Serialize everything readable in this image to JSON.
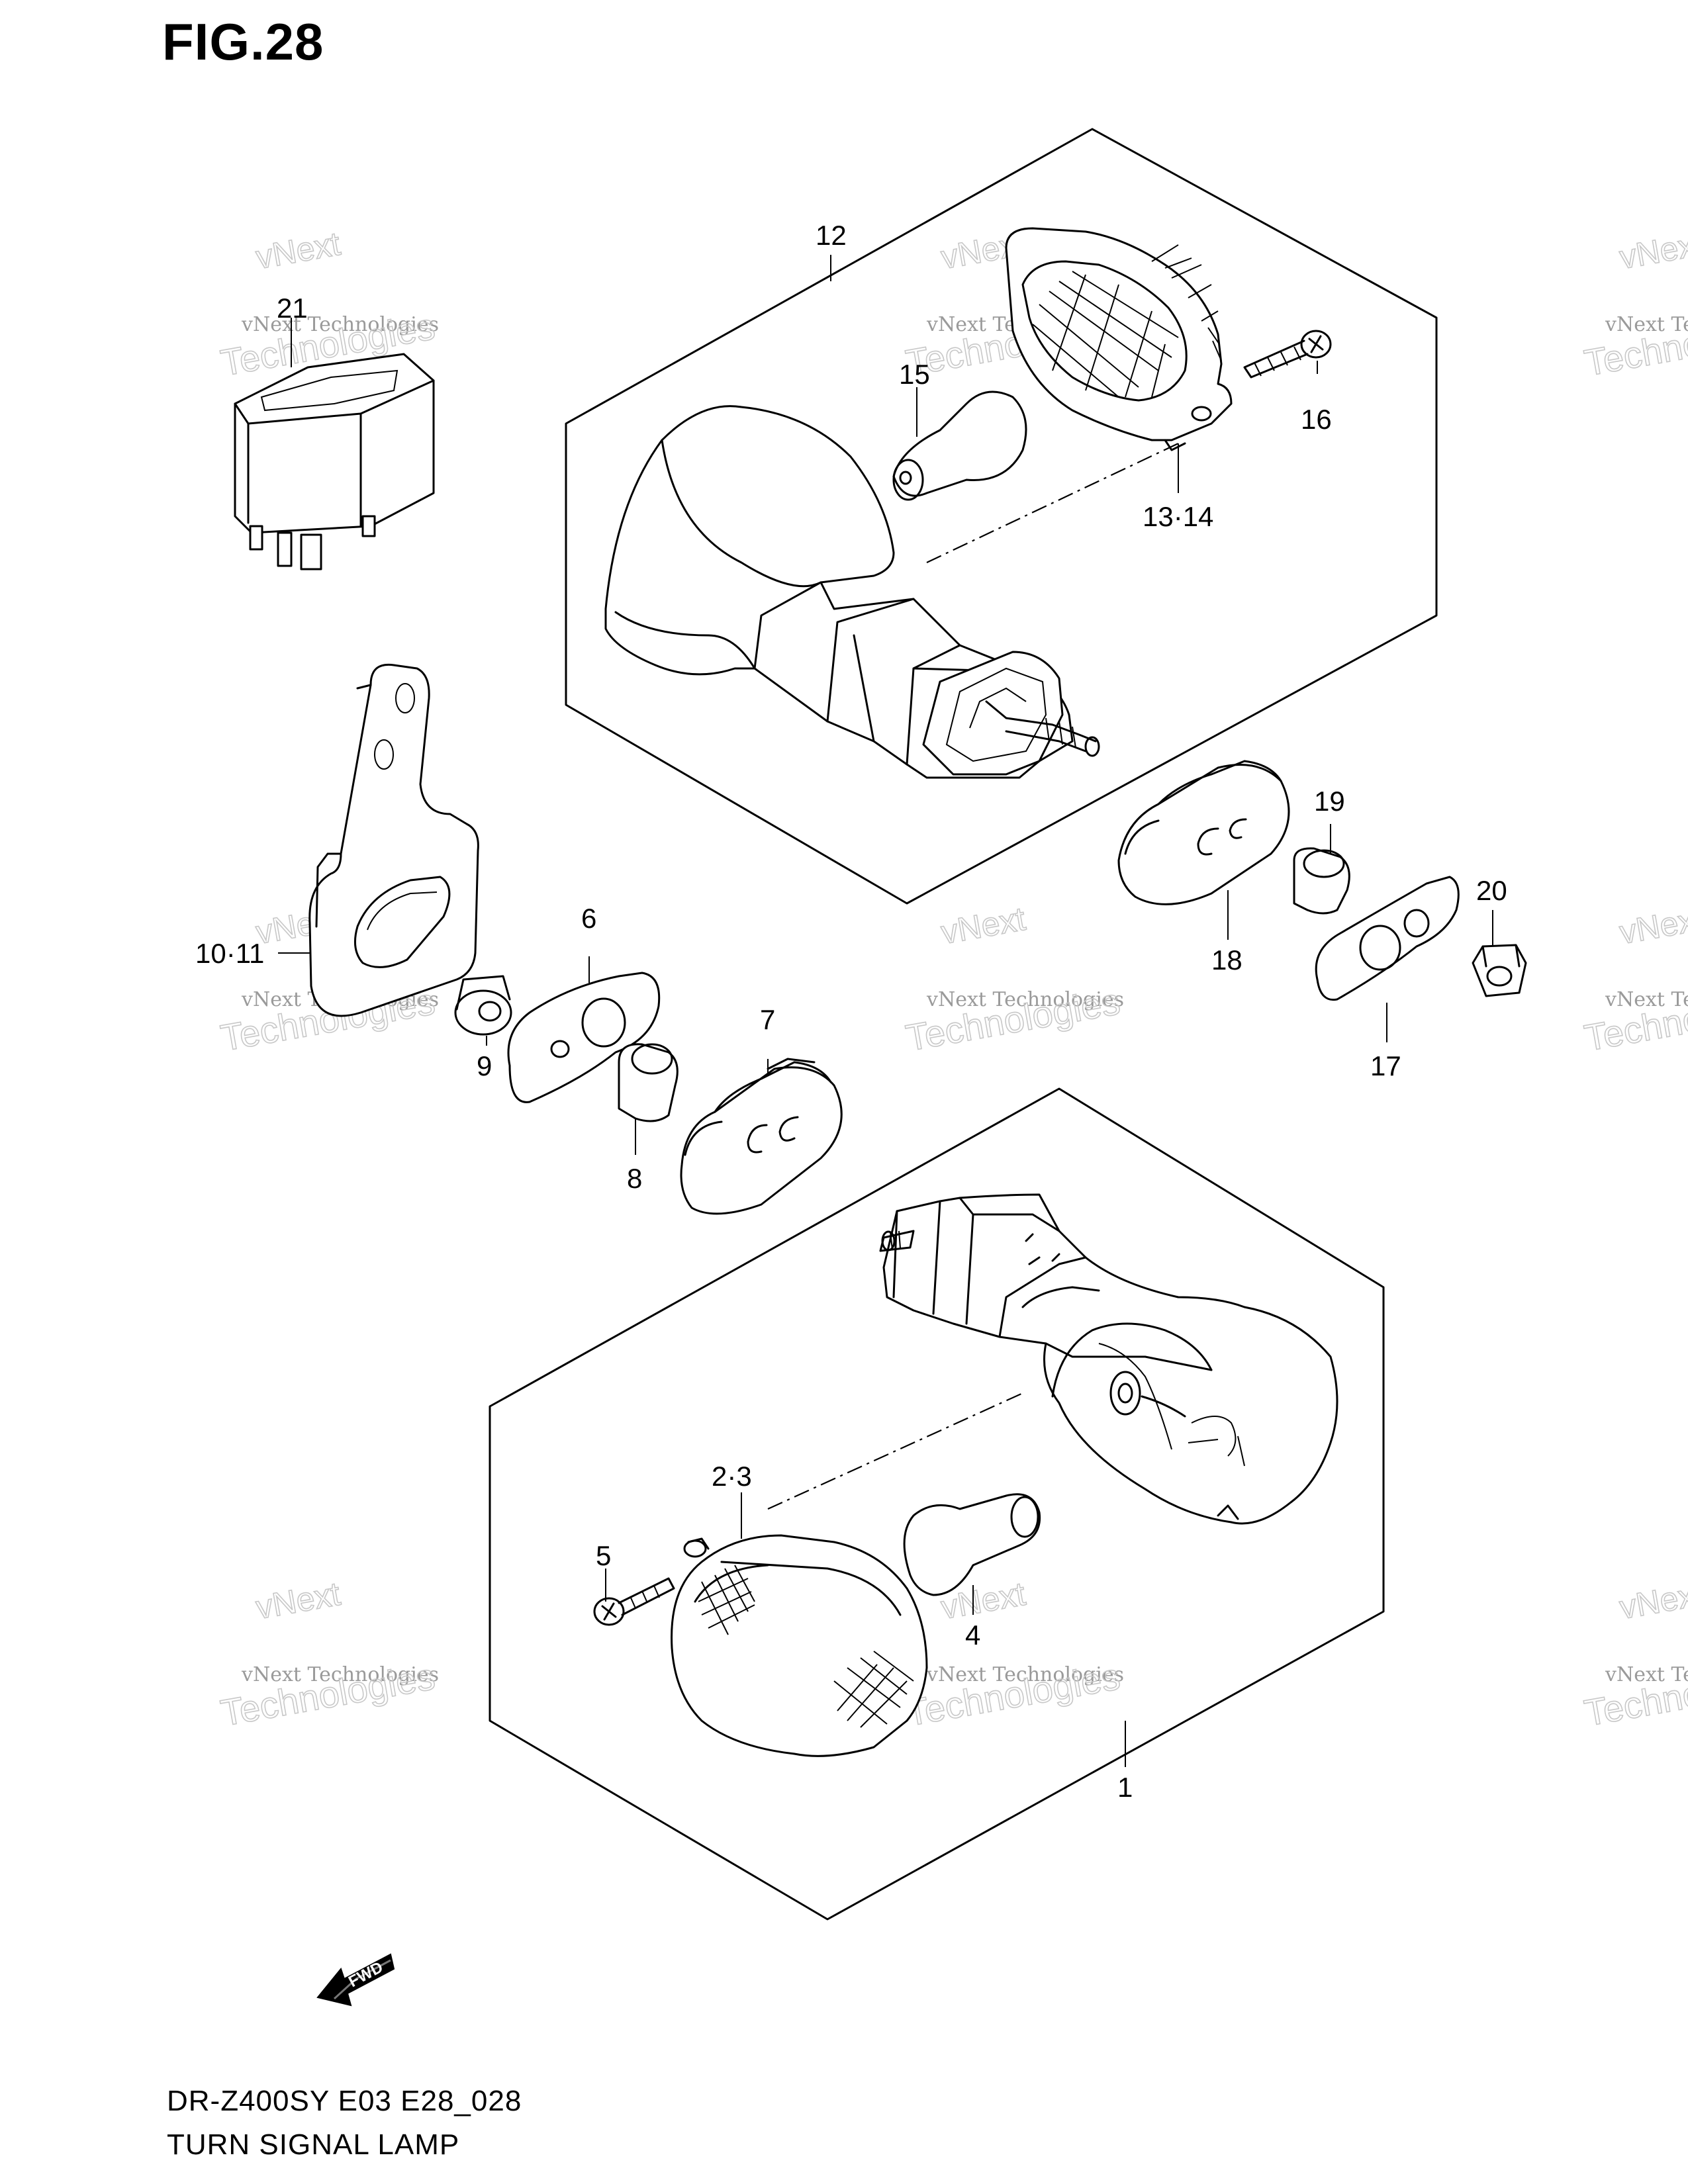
{
  "figure": {
    "title": "FIG.28",
    "model_code": "DR-Z400SY  E03 E28_028",
    "name": "TURN SIGNAL LAMP"
  },
  "callouts": [
    {
      "id": "c1",
      "label": "1"
    },
    {
      "id": "c23",
      "label": "2·3"
    },
    {
      "id": "c4",
      "label": "4"
    },
    {
      "id": "c5",
      "label": "5"
    },
    {
      "id": "c6",
      "label": "6"
    },
    {
      "id": "c7",
      "label": "7"
    },
    {
      "id": "c8",
      "label": "8"
    },
    {
      "id": "c9",
      "label": "9"
    },
    {
      "id": "c1011",
      "label": "10·11"
    },
    {
      "id": "c12",
      "label": "12"
    },
    {
      "id": "c1314",
      "label": "13·14"
    },
    {
      "id": "c15",
      "label": "15"
    },
    {
      "id": "c16",
      "label": "16"
    },
    {
      "id": "c17",
      "label": "17"
    },
    {
      "id": "c18",
      "label": "18"
    },
    {
      "id": "c19",
      "label": "19"
    },
    {
      "id": "c20",
      "label": "20"
    },
    {
      "id": "c21",
      "label": "21"
    }
  ],
  "watermark": {
    "line1": "vNext Technologies",
    "line2": "Technologies",
    "top": "vNext"
  },
  "fwd_label": "FWD"
}
